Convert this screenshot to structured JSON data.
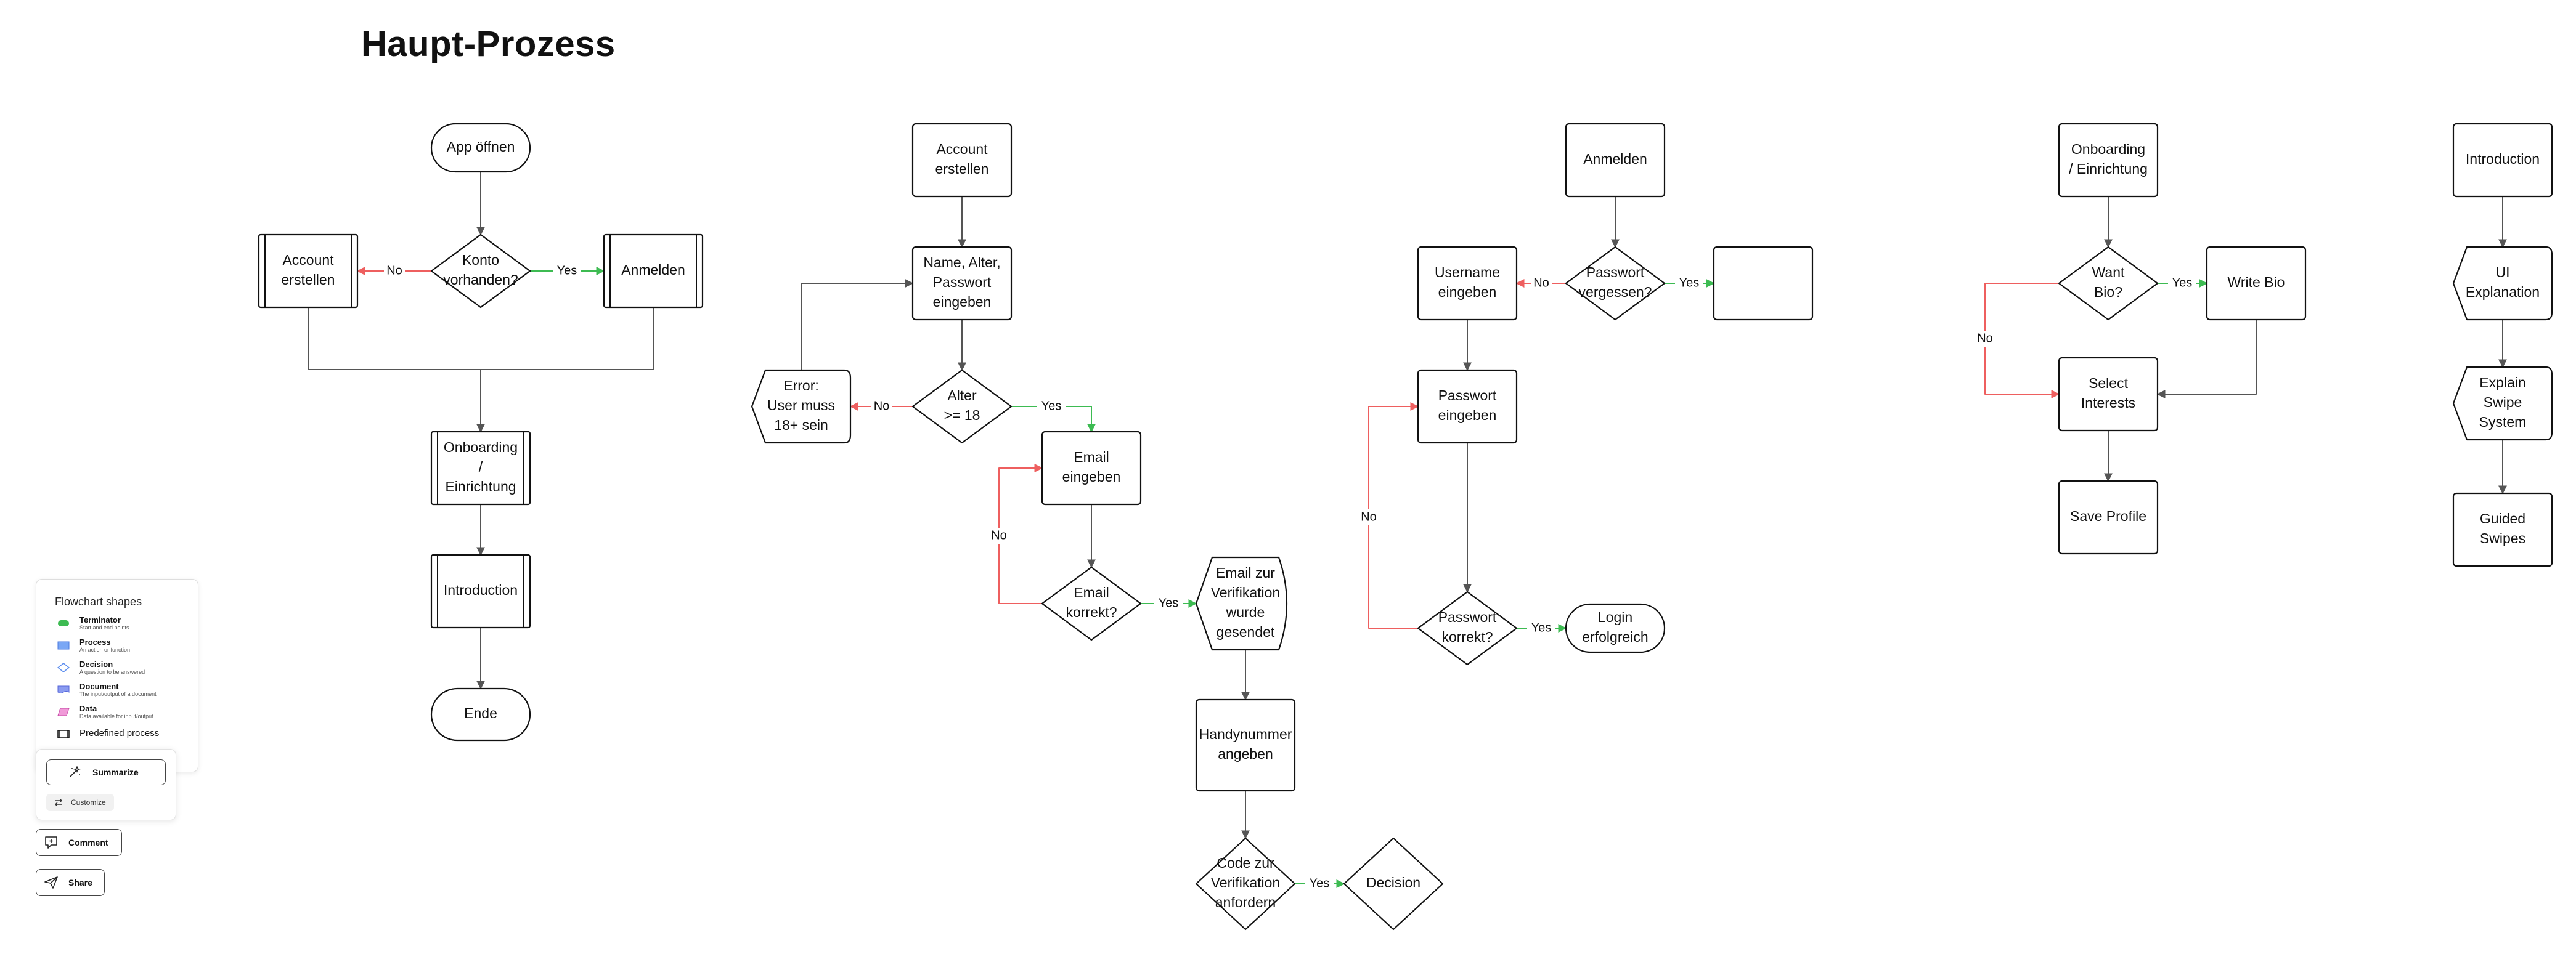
{
  "page_title": "Haupt-Prozess",
  "colors": {
    "yes": "#3dbb52",
    "no": "#ee5f5f",
    "neutral": "#555555"
  },
  "diagram": {
    "nodes": [
      {
        "id": "start_app",
        "label": [
          "App öffnen"
        ]
      },
      {
        "id": "konto_vorhanden",
        "label": [
          "Konto",
          "vorhanden?"
        ]
      },
      {
        "id": "main_account_erstellen",
        "label": [
          "Account",
          "erstellen"
        ]
      },
      {
        "id": "main_anmelden",
        "label": [
          "Anmelden"
        ]
      },
      {
        "id": "main_onboarding",
        "label": [
          "Onboarding",
          "/",
          "Einrichtung"
        ]
      },
      {
        "id": "main_introduction",
        "label": [
          "Introduction"
        ]
      },
      {
        "id": "main_ende",
        "label": [
          "Ende"
        ]
      },
      {
        "id": "acc_start",
        "label": [
          "Account",
          "erstellen"
        ]
      },
      {
        "id": "acc_name",
        "label": [
          "Name, Alter,",
          "Passwort",
          "eingeben"
        ]
      },
      {
        "id": "acc_alter",
        "label": [
          "Alter",
          ">= 18"
        ]
      },
      {
        "id": "acc_error",
        "label": [
          "Error:",
          "User muss",
          "18+ sein"
        ]
      },
      {
        "id": "acc_email",
        "label": [
          "Email",
          "eingeben"
        ]
      },
      {
        "id": "acc_email_korrekt",
        "label": [
          "Email",
          "korrekt?"
        ]
      },
      {
        "id": "acc_verif_sent",
        "label": [
          "Email zur",
          "Verifikation",
          "wurde",
          "gesendet"
        ]
      },
      {
        "id": "acc_handy",
        "label": [
          "Handynummer",
          "angeben"
        ]
      },
      {
        "id": "acc_code",
        "label": [
          "Code zur",
          "Verifikation",
          "anfordern"
        ]
      },
      {
        "id": "acc_decision",
        "label": [
          "Decision"
        ]
      },
      {
        "id": "login_start",
        "label": [
          "Anmelden"
        ]
      },
      {
        "id": "login_pw_vergessen",
        "label": [
          "Passwort",
          "vergessen?"
        ]
      },
      {
        "id": "login_empty",
        "label": []
      },
      {
        "id": "login_username",
        "label": [
          "Username",
          "eingeben"
        ]
      },
      {
        "id": "login_pw",
        "label": [
          "Passwort",
          "eingeben"
        ]
      },
      {
        "id": "login_pw_korrekt",
        "label": [
          "Passwort",
          "korrekt?"
        ]
      },
      {
        "id": "login_ok",
        "label": [
          "Login",
          "erfolgreich"
        ]
      },
      {
        "id": "ob_start",
        "label": [
          "Onboarding",
          "/ Einrichtung"
        ]
      },
      {
        "id": "ob_want_bio",
        "label": [
          "Want",
          "Bio?"
        ]
      },
      {
        "id": "ob_write_bio",
        "label": [
          "Write Bio"
        ]
      },
      {
        "id": "ob_interests",
        "label": [
          "Select",
          "Interests"
        ]
      },
      {
        "id": "ob_save",
        "label": [
          "Save Profile"
        ]
      },
      {
        "id": "intro_start",
        "label": [
          "Introduction"
        ]
      },
      {
        "id": "intro_ui",
        "label": [
          "UI",
          "Explanation"
        ]
      },
      {
        "id": "intro_swipe",
        "label": [
          "Explain",
          "Swipe",
          "System"
        ]
      },
      {
        "id": "intro_guided",
        "label": [
          "Guided",
          "Swipes"
        ]
      }
    ],
    "edges": [
      {
        "from": "start_app",
        "to": "konto_vorhanden",
        "label": "",
        "kind": "neutral"
      },
      {
        "from": "konto_vorhanden",
        "to": "main_account_erstellen",
        "label": "No",
        "kind": "no"
      },
      {
        "from": "konto_vorhanden",
        "to": "main_anmelden",
        "label": "Yes",
        "kind": "yes"
      },
      {
        "from": "main_account_erstellen",
        "to": "main_onboarding",
        "label": "",
        "kind": "neutral"
      },
      {
        "from": "main_anmelden",
        "to": "main_onboarding",
        "label": "",
        "kind": "neutral"
      },
      {
        "from": "main_onboarding",
        "to": "main_introduction",
        "label": "",
        "kind": "neutral"
      },
      {
        "from": "main_introduction",
        "to": "main_ende",
        "label": "",
        "kind": "neutral"
      },
      {
        "from": "acc_start",
        "to": "acc_name",
        "label": "",
        "kind": "neutral"
      },
      {
        "from": "acc_name",
        "to": "acc_alter",
        "label": "",
        "kind": "neutral"
      },
      {
        "from": "acc_alter",
        "to": "acc_error",
        "label": "No",
        "kind": "no"
      },
      {
        "from": "acc_error",
        "to": "acc_name",
        "label": "",
        "kind": "neutral"
      },
      {
        "from": "acc_alter",
        "to": "acc_email",
        "label": "Yes",
        "kind": "yes"
      },
      {
        "from": "acc_email",
        "to": "acc_email_korrekt",
        "label": "",
        "kind": "neutral"
      },
      {
        "from": "acc_email_korrekt",
        "to": "acc_email",
        "label": "No",
        "kind": "no"
      },
      {
        "from": "acc_email_korrekt",
        "to": "acc_verif_sent",
        "label": "Yes",
        "kind": "yes"
      },
      {
        "from": "acc_verif_sent",
        "to": "acc_handy",
        "label": "",
        "kind": "neutral"
      },
      {
        "from": "acc_handy",
        "to": "acc_code",
        "label": "",
        "kind": "neutral"
      },
      {
        "from": "acc_code",
        "to": "acc_decision",
        "label": "Yes",
        "kind": "yes"
      },
      {
        "from": "login_start",
        "to": "login_pw_vergessen",
        "label": "",
        "kind": "neutral"
      },
      {
        "from": "login_pw_vergessen",
        "to": "login_username",
        "label": "No",
        "kind": "no"
      },
      {
        "from": "login_pw_vergessen",
        "to": "login_empty",
        "label": "Yes",
        "kind": "yes"
      },
      {
        "from": "login_username",
        "to": "login_pw",
        "label": "",
        "kind": "neutral"
      },
      {
        "from": "login_pw",
        "to": "login_pw_korrekt",
        "label": "",
        "kind": "neutral"
      },
      {
        "from": "login_pw_korrekt",
        "to": "login_pw",
        "label": "No",
        "kind": "no"
      },
      {
        "from": "login_pw_korrekt",
        "to": "login_ok",
        "label": "Yes",
        "kind": "yes"
      },
      {
        "from": "ob_start",
        "to": "ob_want_bio",
        "label": "",
        "kind": "neutral"
      },
      {
        "from": "ob_want_bio",
        "to": "ob_write_bio",
        "label": "Yes",
        "kind": "yes"
      },
      {
        "from": "ob_want_bio",
        "to": "ob_interests",
        "label": "No",
        "kind": "no"
      },
      {
        "from": "ob_write_bio",
        "to": "ob_interests",
        "label": "",
        "kind": "neutral"
      },
      {
        "from": "ob_interests",
        "to": "ob_save",
        "label": "",
        "kind": "neutral"
      },
      {
        "from": "intro_start",
        "to": "intro_ui",
        "label": "",
        "kind": "neutral"
      },
      {
        "from": "intro_ui",
        "to": "intro_swipe",
        "label": "",
        "kind": "neutral"
      },
      {
        "from": "intro_swipe",
        "to": "intro_guided",
        "label": "",
        "kind": "neutral"
      }
    ]
  },
  "shapes_panel": {
    "title": "Flowchart shapes",
    "items": [
      {
        "name": "Terminator",
        "desc": "Start and end points",
        "color": "#3dbb52"
      },
      {
        "name": "Process",
        "desc": "An action or function",
        "color": "#5b8def"
      },
      {
        "name": "Decision",
        "desc": "A question to be answered",
        "color": "#5b8def"
      },
      {
        "name": "Document",
        "desc": "The input/output of a document",
        "color": "#6a7fe6"
      },
      {
        "name": "Data",
        "desc": "Data available for input/output",
        "color": "#e26ac4"
      },
      {
        "name": "Predefined process",
        "desc": "",
        "color": "#111111"
      }
    ]
  },
  "toolbar": {
    "summarize_label": "Summarize",
    "customize_label": "Customize",
    "comment_label": "Comment",
    "share_label": "Share"
  }
}
